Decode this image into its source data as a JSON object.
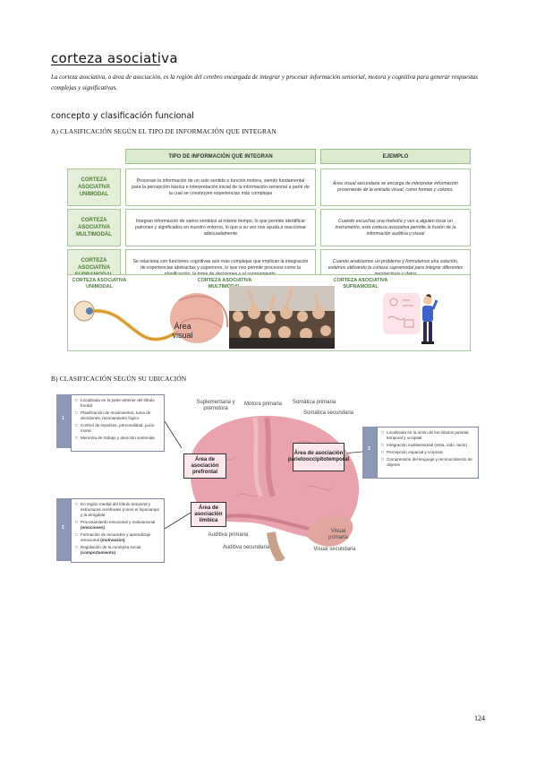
{
  "title": "corteza asociativa",
  "intro": "La corteza asociativa, o área de asociación, es la región del cerebro encargada de integrar y procesar información sensorial, motora y cognitiva para generar respuestas complejas y significativas.",
  "section_heading": "concepto y clasificación funcional",
  "subheading_a": "A) CLASIFICACIÓN SEGÚN EL TIPO DE INFORMACIÓN QUE INTEGRAN",
  "table": {
    "header_type": "TIPO DE INFORMACIÓN QUE INTEGRAN",
    "header_example": "EJEMPLO",
    "rows": [
      {
        "label": "CORTEZA ASOCIATIVA UNIMODAL",
        "description": "Procesan la información de un solo sentido o función motora, siendo fundamental para la percepción básica e interpretación inicial de la información sensorial a partir de la cual se construyen experiencias más complejas",
        "example": "Área visual secundaria se encarga de interpretar información proveniente de la entrada visual, como formas y colores."
      },
      {
        "label": "CORTEZA ASOCIATIVA MULTIMODAL",
        "description": "Integran información de varios sentidos al mismo tiempo, lo que permite identificar patrones y significados en nuestro entorno, lo que a su vez nos ayuda a reaccionar adecuadamente",
        "example": "Cuando escuchas una melodía y ves a alguien tocar un instrumento, esta corteza asociativa permite la fusión de la información auditiva y visual"
      },
      {
        "label": "CORTEZA ASOCIATIVA SUPRAMODAL",
        "description": "Se relaciona con funciones cognitivas aún más complejas que implican la integración de experiencias abstractas y superiores, lo que nos permite procesos como la planificación, la toma de decisiones y el razonamiento.",
        "example": "Cuando analizamos un problema y formulamos una solución, estamos utilizando la corteza supramodal para integrar diferentes perspectivas y datos"
      }
    ],
    "image_labels": {
      "unimodal": "CORTEZA ASOCIATIVA UNIMODAL",
      "multimodal": "CORTEZA ASOCIATIVA MULTIMODAL",
      "supramodal": "CORTEZA ASOCIATIVA SUPRAMODAL",
      "area_visual": "Área visual"
    }
  },
  "subheading_b": "B) CLASIFICACIÓN SEGÚN SU UBICACIÓN",
  "figure": {
    "marker_1": "1",
    "marker_2": "2",
    "marker_3": "3",
    "box1": [
      "Localizada en la parte anterior del lóbulo frontal",
      "Planificación de movimientos, toma de decisiones, razonamiento lógico",
      "Control de impulsos, personalidad, juicio moral",
      "Memoria de trabajo y atención sostenida"
    ],
    "box2_intro": "En región medial del lóbulo temporal y estructuras cerebrales (como el hipocampo y la amígdala",
    "box2_items": [
      {
        "text": "Procesamiento emocional y motivacional ",
        "bold": "(emociones)"
      },
      {
        "text": "Formación de recuerdos y aprendizaje emocional ",
        "bold": "(motivación)"
      },
      {
        "text": "Regulación de la conducta social ",
        "bold": "(comportamiento)"
      }
    ],
    "box3": [
      "Localizada en la unión de los lóbulos parietal, temporal y occipital",
      "Integración multisensorial (vista, oído, tacto)",
      "Percepción espacial y corporal",
      "Comprensión del lenguaje y reconocimiento de objetos"
    ],
    "labels": {
      "suplementaria": "Suplementaria y premotora",
      "motora": "Motora primaria",
      "somatica_primaria": "Somática primaria",
      "somatica_secundaria": "Somática secundaria",
      "prefrontal": "Área de asociación prefrontal",
      "parieto": "Área de asociación parietooccipitotemporal",
      "limbica": "Área de asociación límbica",
      "auditiva_primaria": "Auditiva primaria",
      "auditiva_secundaria": "Auditiva secundaria",
      "visual_primaria": "Visual primaria",
      "visual_secundaria": "Visual secundaria"
    }
  },
  "page_number": "124"
}
